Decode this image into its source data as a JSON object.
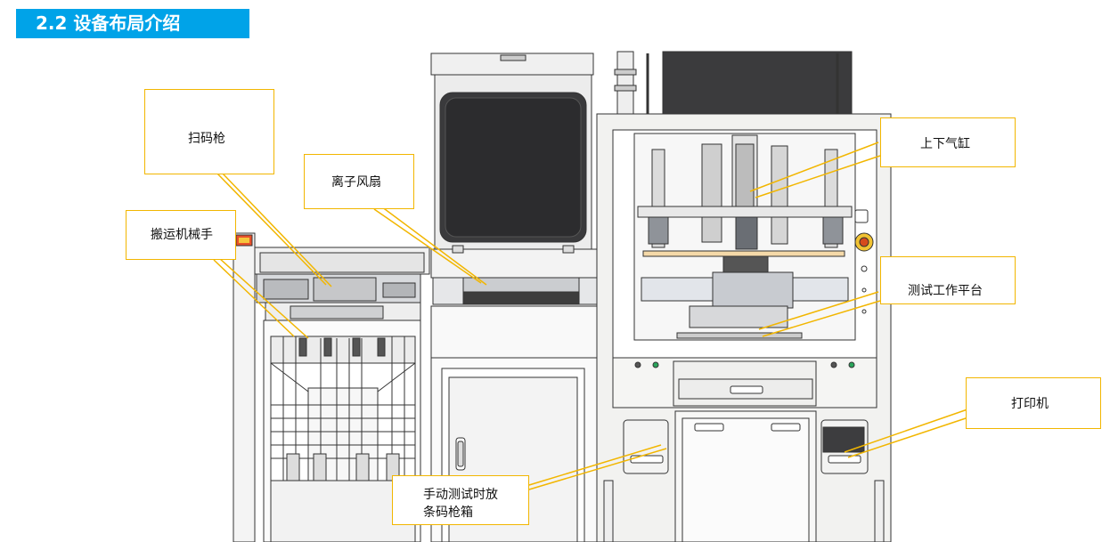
{
  "header": {
    "title": "2.2 设备布局介绍"
  },
  "callouts": {
    "scanner": "扫码枪",
    "ion_fan": "离子风扇",
    "robot": "搬运机械手",
    "cylinder": "上下气缸",
    "test_platform": "测试工作平台",
    "printer": "打印机",
    "manual_box_line1": "手动测试时放",
    "manual_box_line2": "条码枪箱"
  },
  "colors": {
    "title_bg": "#00A3E8",
    "leader": "#F2B600"
  }
}
